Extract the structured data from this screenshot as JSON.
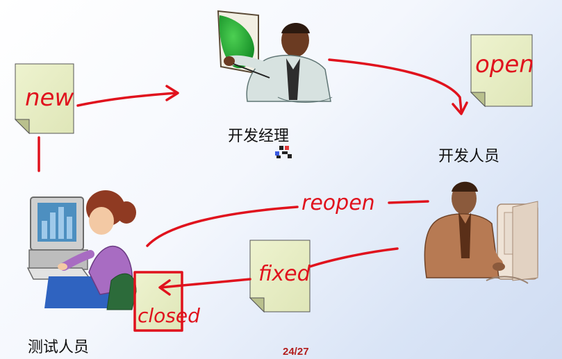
{
  "roles": {
    "dev_manager": "开发经理",
    "developer": "开发人员",
    "tester": "测试人员"
  },
  "states": {
    "new": "new",
    "open": "open",
    "reopen": "reopen",
    "fixed": "fixed",
    "closed": "closed"
  },
  "page_number": "24/27",
  "colors": {
    "annotation": "#e0121d",
    "note": "#e8efc6",
    "page_number": "#b21d1d"
  }
}
